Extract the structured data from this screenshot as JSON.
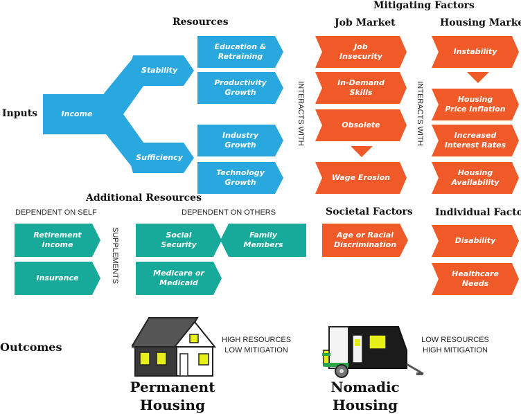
{
  "colors": {
    "blue": "#29a8e0",
    "orange": "#f05a28",
    "teal": "#17a99a"
  },
  "headers": {
    "mitigating_factors": "Mitigating Factors",
    "resources": "Resources",
    "job_market": "Job Market",
    "housing_market": "Housing Market",
    "inputs": "Inputs",
    "additional_resources": "Additional Resources",
    "societal_factors": "Societal Factors",
    "individual_factors": "Individual Factors",
    "outcomes": "Outcomes"
  },
  "subheaders": {
    "dependent_on_self": "DEPENDENT ON SELF",
    "dependent_on_others": "DEPENDENT ON OTHERS"
  },
  "connectors": {
    "interacts_with_1": "INTERACTS WITH",
    "interacts_with_2": "INTERACTS WITH",
    "supplements": "SUPPLEMENTS"
  },
  "inputs_flow": {
    "income": "Income",
    "stability": "Stability",
    "sufficiency": "Sufficiency"
  },
  "resources": [
    "Education &\nRetraining",
    "Productivity\nGrowth",
    "Industry\nGrowth",
    "Technology\nGrowth"
  ],
  "job_market": [
    "Job\nInsecurity",
    "In-Demand\nSkills",
    "Obsolete",
    "Wage Erosion"
  ],
  "housing_market": [
    "Instability",
    "Housing\nPrice Inflation",
    "Increased\nInterest Rates",
    "Housing\nAvailability"
  ],
  "additional_resources": {
    "self": [
      "Retirement\nIncome",
      "Insurance"
    ],
    "others": [
      "Social\nSecurity",
      "Medicare or\nMedicaid",
      "Family\nMembers"
    ]
  },
  "societal_factors": [
    "Age or Racial\nDiscrimination"
  ],
  "individual_factors": [
    "Disability",
    "Healthcare\nNeeds"
  ],
  "outcomes": {
    "permanent": {
      "label": "Permanent\nHousing",
      "note": "HIGH RESOURCES\nLOW MITIGATION",
      "icon": "house-icon"
    },
    "nomadic": {
      "label": "Nomadic\nHousing",
      "note": "LOW RESOURCES\nHIGH MITIGATION",
      "icon": "camper-trailer-icon"
    }
  }
}
